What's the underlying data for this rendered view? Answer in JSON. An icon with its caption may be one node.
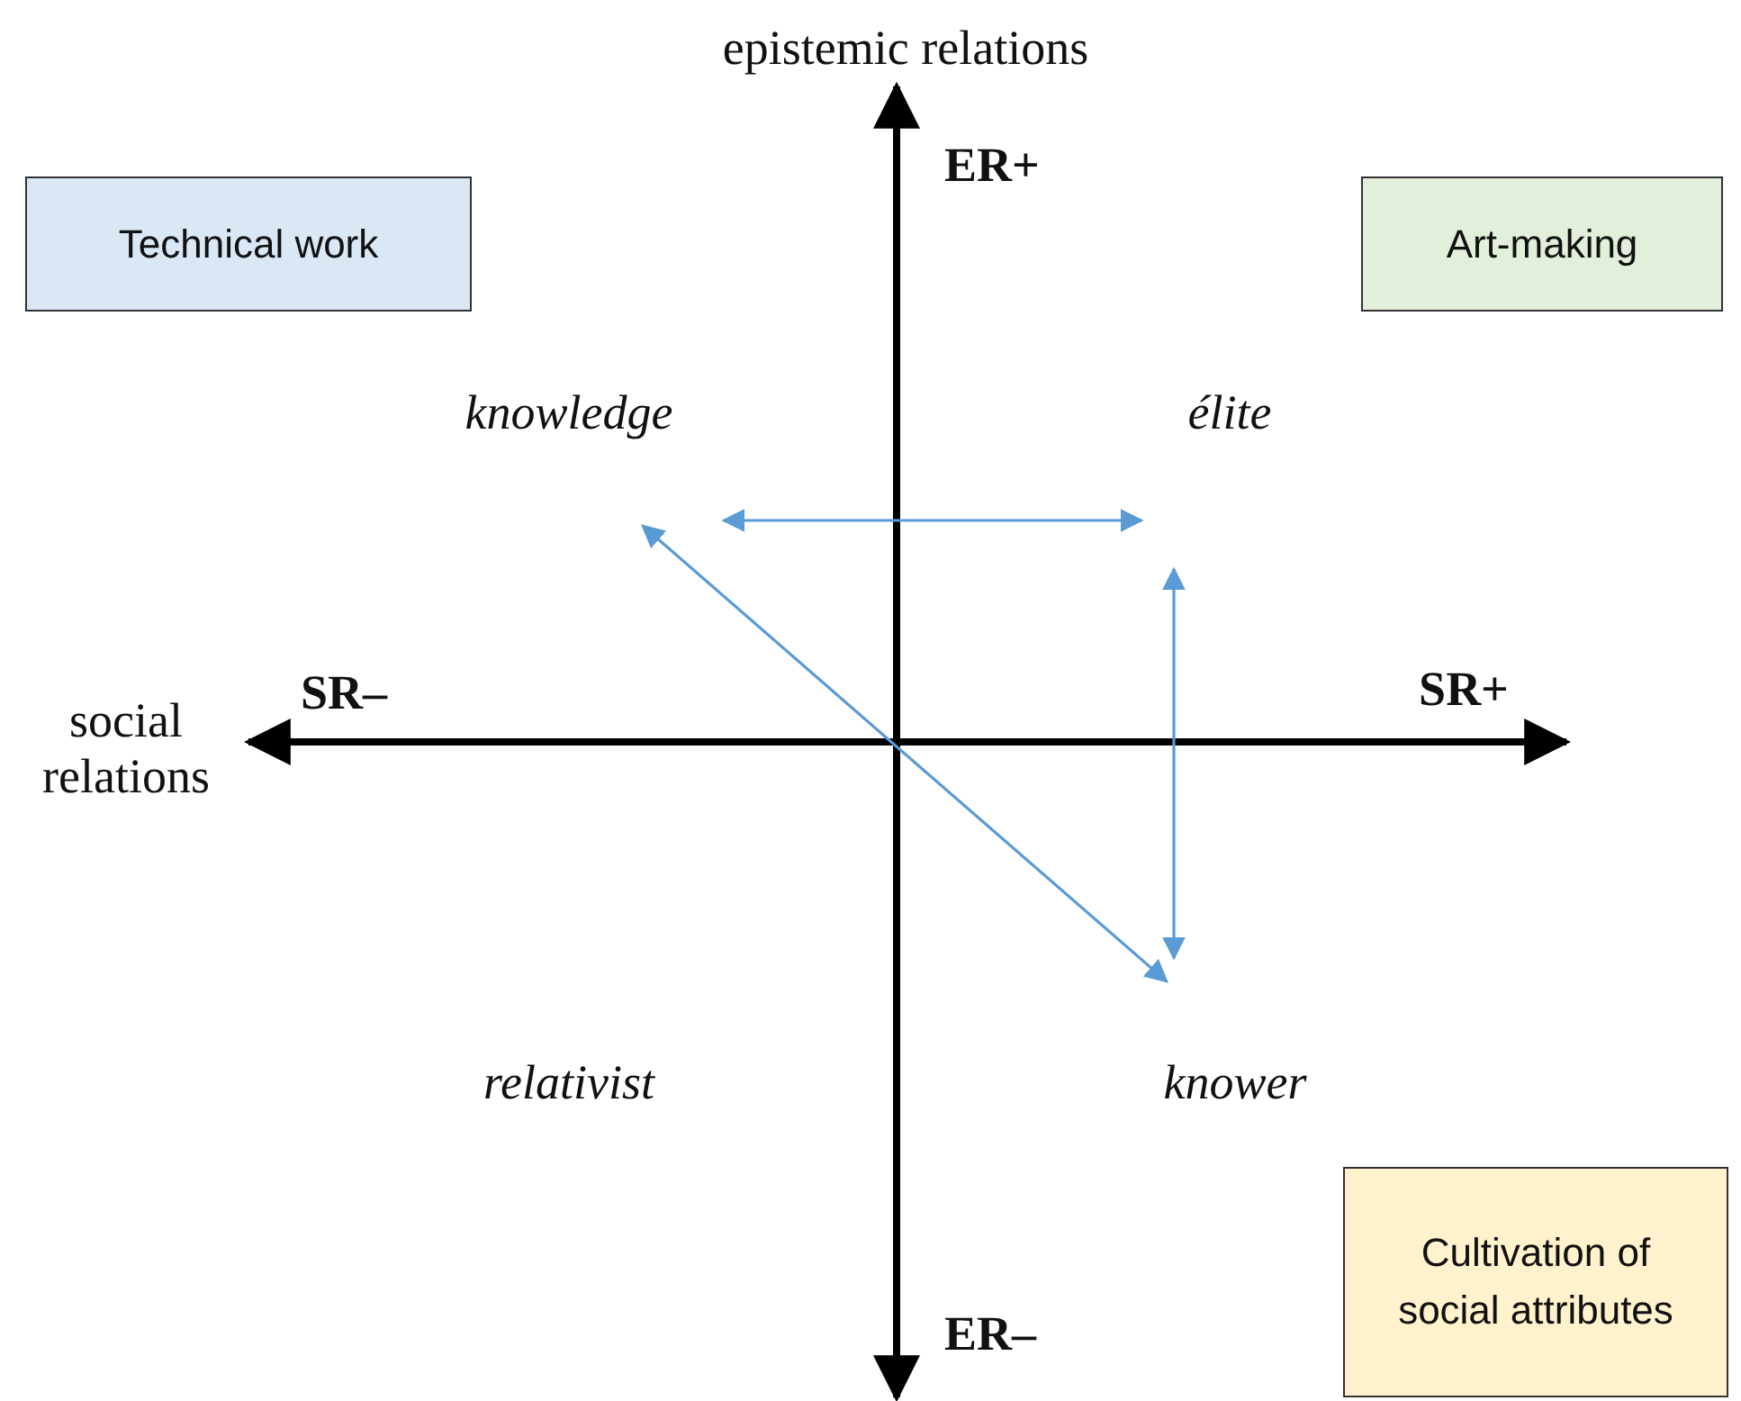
{
  "diagram": {
    "nodes": [
      {
        "text": [
          "Technical work"
        ]
      },
      {
        "text": [
          "Art-making"
        ]
      },
      {
        "text": [
          "Cultivation of social attributes"
        ]
      },
      {
        "text": [
          "knowledge"
        ]
      },
      {
        "text": [
          "élite"
        ]
      },
      {
        "text": [
          "relativist"
        ]
      },
      {
        "text": [
          "knower"
        ]
      }
    ],
    "edges": [
      {
        "from": 3,
        "to": 4,
        "arrow": "both",
        "color": "#5b9bd5"
      },
      {
        "from": 4,
        "to": 6,
        "arrow": "both",
        "color": "#5b9bd5"
      },
      {
        "from": 3,
        "to": 6,
        "arrow": "both",
        "color": "#5b9bd5"
      }
    ],
    "labels": [
      "epistemic relations",
      "ER+",
      "SR–",
      "SR+",
      "social relations",
      "ER–"
    ]
  }
}
